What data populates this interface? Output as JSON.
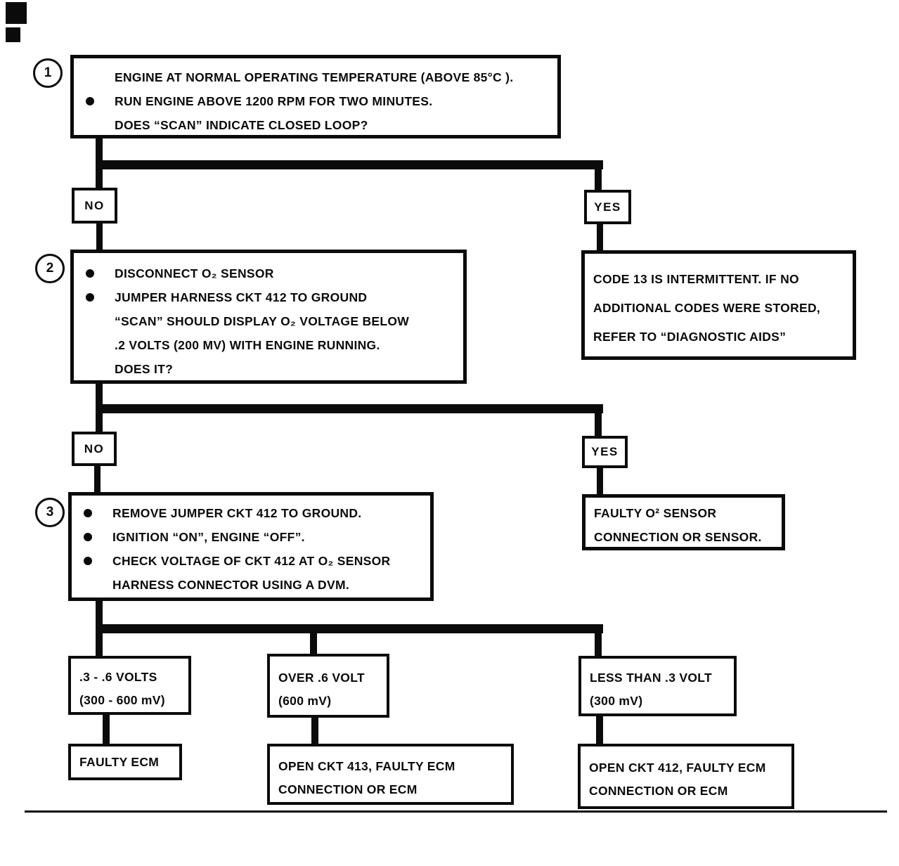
{
  "glyphs": {
    "bullet": ""
  },
  "colors": {
    "ink": "#0b0b0b",
    "paper": "#ffffff"
  },
  "nodes": {
    "step1": {
      "number": "1",
      "lines": [
        "ENGINE AT NORMAL OPERATING TEMPERATURE (ABOVE 85°C ).",
        "RUN ENGINE ABOVE 1200 RPM FOR TWO MINUTES.",
        "DOES “SCAN” INDICATE CLOSED LOOP?"
      ]
    },
    "decision1": {
      "no": "NO",
      "yes": "YES"
    },
    "step2": {
      "number": "2",
      "lines": [
        "DISCONNECT O₂ SENSOR",
        "JUMPER HARNESS CKT 412 TO GROUND",
        "“SCAN”  SHOULD DISPLAY O₂ VOLTAGE BELOW",
        ".2  VOLTS  (200 MV) WITH ENGINE RUNNING.",
        "DOES IT?"
      ]
    },
    "code13": {
      "lines": [
        "CODE 13 IS INTERMITTENT.  IF NO",
        "ADDITIONAL CODES WERE STORED,",
        "REFER TO  “DIAGNOSTIC AIDS”"
      ]
    },
    "decision2": {
      "no": "NO",
      "yes": "YES"
    },
    "step3": {
      "number": "3",
      "lines": [
        "REMOVE JUMPER CKT 412 TO GROUND.",
        "IGNITION “ON”,  ENGINE  “OFF”.",
        "CHECK VOLTAGE OF CKT 412 AT O₂ SENSOR",
        "HARNESS CONNECTOR USING A DVM."
      ]
    },
    "faulty_sensor": {
      "lines": [
        "FAULTY O² SENSOR",
        "CONNECTION OR SENSOR."
      ]
    },
    "volt_mid": {
      "lines": [
        ".3 - .6 VOLTS",
        "(300 - 600 mV)"
      ]
    },
    "volt_over": {
      "lines": [
        "OVER .6  VOLT",
        "(600 mV)"
      ]
    },
    "volt_less": {
      "lines": [
        "LESS THAN .3 VOLT",
        "(300 mV)"
      ]
    },
    "faulty_ecm": {
      "label": "FAULTY ECM"
    },
    "open_413": {
      "lines": [
        "OPEN CKT 413, FAULTY ECM",
        "CONNECTION OR ECM"
      ]
    },
    "open_412": {
      "lines": [
        "OPEN CKT 412, FAULTY ECM",
        "CONNECTION OR ECM"
      ]
    }
  }
}
